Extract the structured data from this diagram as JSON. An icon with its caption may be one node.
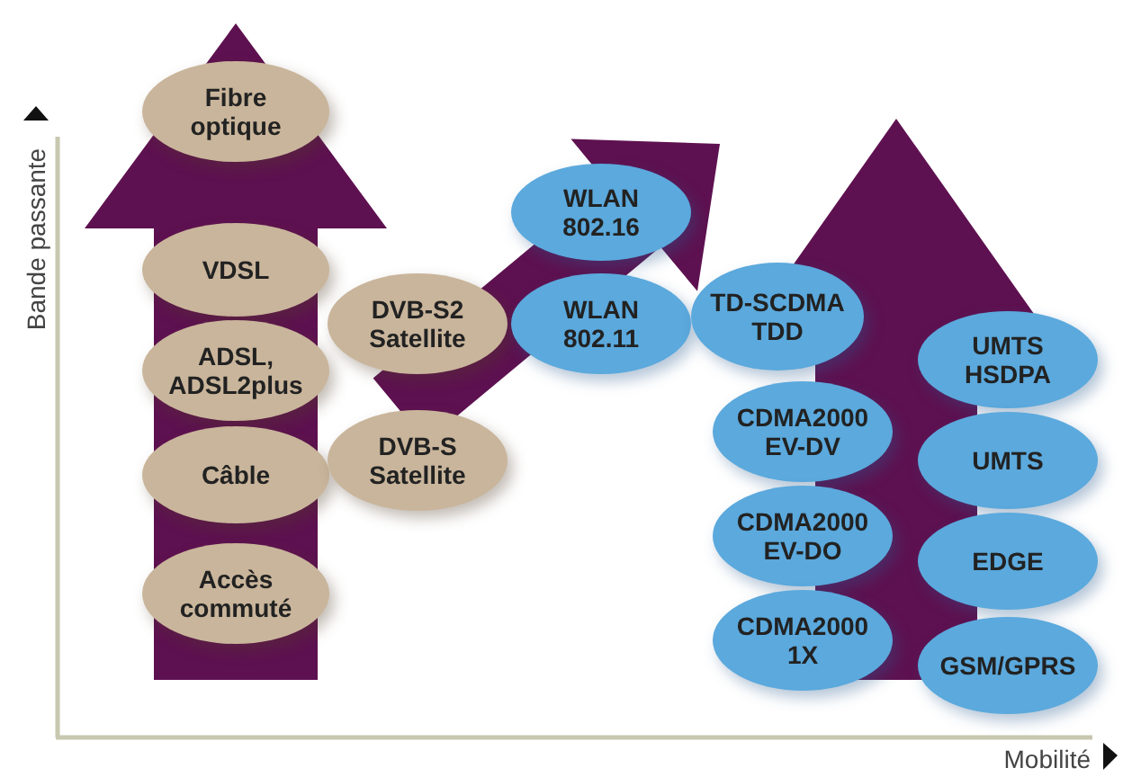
{
  "diagram": {
    "nodes": [
      {
        "text": [
          "Fibre optique"
        ]
      },
      {
        "text": [
          "VDSL"
        ]
      },
      {
        "text": [
          "ADSL, ADSL2plus"
        ]
      },
      {
        "text": [
          "Câble"
        ]
      },
      {
        "text": [
          "Accès commuté"
        ]
      },
      {
        "text": [
          "DVB-S2 Satellite"
        ]
      },
      {
        "text": [
          "DVB-S Satellite"
        ]
      },
      {
        "text": [
          "WLAN 802.16"
        ]
      },
      {
        "text": [
          "WLAN 802.11"
        ]
      },
      {
        "text": [
          "TD-SCDMA TDD"
        ]
      },
      {
        "text": [
          "CDMA2000 EV-DV"
        ]
      },
      {
        "text": [
          "CDMA2000 EV-DO"
        ]
      },
      {
        "text": [
          "CDMA2000 1X"
        ]
      },
      {
        "text": [
          "UMTS HSDPA"
        ]
      },
      {
        "text": [
          "UMTS"
        ]
      },
      {
        "text": [
          "EDGE"
        ]
      },
      {
        "text": [
          "GSM/GPRS"
        ]
      }
    ],
    "edges": [
      {
        "from": 4,
        "to": 0,
        "arrow": "to",
        "style": "thick"
      },
      {
        "from": 5,
        "to": 9,
        "arrow": "to",
        "style": "thick"
      },
      {
        "from": 16,
        "to": null,
        "arrow": "to",
        "style": "thick"
      }
    ],
    "labels": [
      "Bande passante",
      "Mobilité"
    ]
  }
}
